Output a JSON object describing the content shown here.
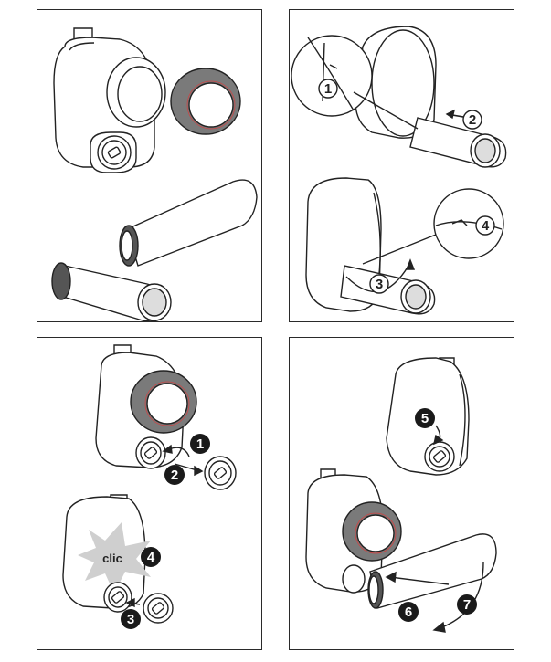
{
  "steps": {
    "s1": "1",
    "s2": "2",
    "s3": "3",
    "s4": "4",
    "b1": "1",
    "b2": "2",
    "b3": "3",
    "b4": "4",
    "b5": "5",
    "b6": "6",
    "b7": "7"
  },
  "labels": {
    "clic": "clic"
  },
  "colors": {
    "line": "#222222",
    "gasket": "#7a7a7a",
    "gasket_light": "#9a9a9a",
    "star": "#cfcfcf",
    "badge": "#1a1a1a"
  }
}
